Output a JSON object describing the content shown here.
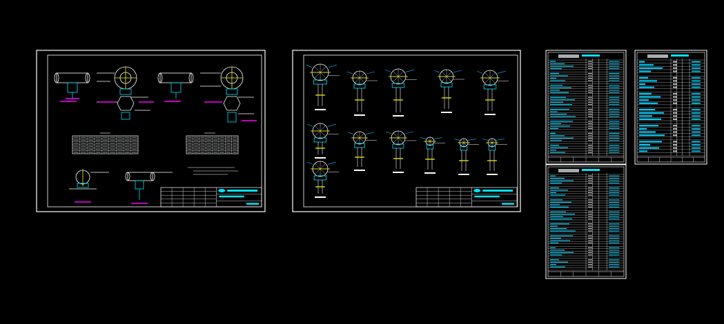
{
  "drawing": {
    "background": "#000000",
    "colors": {
      "frame": "#ffffff",
      "pipe": "#ffffff",
      "support": "#00e5ff",
      "dimension": "#00c8ff",
      "leader": "#ffff00",
      "label_bar": "#ff00ff",
      "title_text": "#00e5ff",
      "table_fill": "#00d0ff"
    },
    "sheets": [
      {
        "id": "sheet-1",
        "kind": "pipe-support-details",
        "details": 6,
        "tables": 2
      },
      {
        "id": "sheet-2",
        "kind": "pipe-clamp-details",
        "details": 13
      },
      {
        "id": "sheet-3",
        "kind": "material-list"
      },
      {
        "id": "sheet-4",
        "kind": "material-list"
      },
      {
        "id": "sheet-5",
        "kind": "material-list"
      }
    ]
  }
}
